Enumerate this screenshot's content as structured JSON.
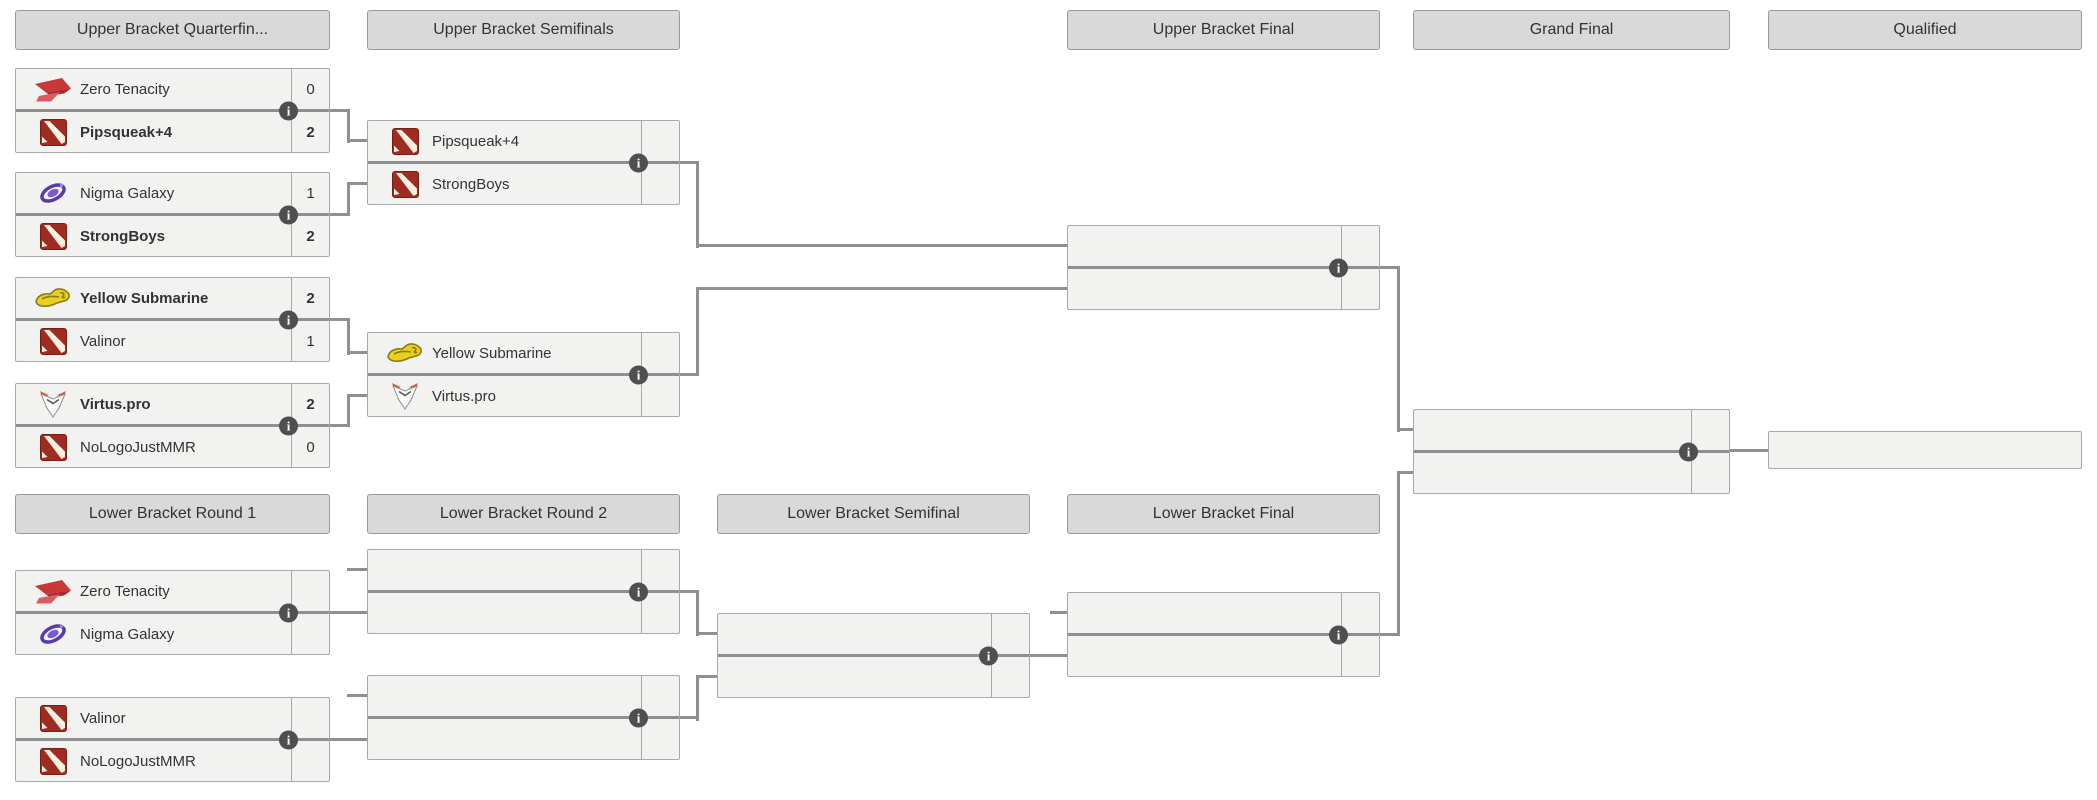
{
  "headers": {
    "upper": [
      {
        "label": "Upper Bracket Quarterfin..."
      },
      {
        "label": "Upper Bracket Semifinals"
      },
      {
        "label": "Upper Bracket Final"
      },
      {
        "label": "Grand Final"
      },
      {
        "label": "Qualified"
      }
    ],
    "lower": [
      {
        "label": "Lower Bracket Round 1"
      },
      {
        "label": "Lower Bracket Round 2"
      },
      {
        "label": "Lower Bracket Semifinal"
      },
      {
        "label": "Lower Bracket Final"
      }
    ]
  },
  "matches": {
    "ub_qf1": {
      "top": {
        "name": "Zero Tenacity",
        "score": "0",
        "logo": "zero-tenacity",
        "winner": false
      },
      "bottom": {
        "name": "Pipsqueak+4",
        "score": "2",
        "logo": "dota2",
        "winner": true
      }
    },
    "ub_qf2": {
      "top": {
        "name": "Nigma Galaxy",
        "score": "1",
        "logo": "nigma-galaxy",
        "winner": false
      },
      "bottom": {
        "name": "StrongBoys",
        "score": "2",
        "logo": "dota2",
        "winner": true
      }
    },
    "ub_qf3": {
      "top": {
        "name": "Yellow Submarine",
        "score": "2",
        "logo": "yellow-submarine",
        "winner": true
      },
      "bottom": {
        "name": "Valinor",
        "score": "1",
        "logo": "dota2",
        "winner": false
      }
    },
    "ub_qf4": {
      "top": {
        "name": "Virtus.pro",
        "score": "2",
        "logo": "virtus-pro",
        "winner": true
      },
      "bottom": {
        "name": "NoLogoJustMMR",
        "score": "0",
        "logo": "dota2",
        "winner": false
      }
    },
    "ub_sf1": {
      "top": {
        "name": "Pipsqueak+4",
        "score": "",
        "logo": "dota2",
        "winner": false
      },
      "bottom": {
        "name": "StrongBoys",
        "score": "",
        "logo": "dota2",
        "winner": false
      }
    },
    "ub_sf2": {
      "top": {
        "name": "Yellow Submarine",
        "score": "",
        "logo": "yellow-submarine",
        "winner": false
      },
      "bottom": {
        "name": "Virtus.pro",
        "score": "",
        "logo": "virtus-pro",
        "winner": false
      }
    },
    "ub_final": {
      "top": {
        "name": "",
        "score": "",
        "logo": null,
        "winner": false
      },
      "bottom": {
        "name": "",
        "score": "",
        "logo": null,
        "winner": false
      }
    },
    "grand_final": {
      "top": {
        "name": "",
        "score": "",
        "logo": null,
        "winner": false
      },
      "bottom": {
        "name": "",
        "score": "",
        "logo": null,
        "winner": false
      }
    },
    "qualified_slot": {
      "top": {
        "name": "",
        "score": "",
        "logo": null,
        "winner": false
      }
    },
    "lb_r1m1": {
      "top": {
        "name": "Zero Tenacity",
        "score": "",
        "logo": "zero-tenacity",
        "winner": false
      },
      "bottom": {
        "name": "Nigma Galaxy",
        "score": "",
        "logo": "nigma-galaxy",
        "winner": false
      }
    },
    "lb_r1m2": {
      "top": {
        "name": "Valinor",
        "score": "",
        "logo": "dota2",
        "winner": false
      },
      "bottom": {
        "name": "NoLogoJustMMR",
        "score": "",
        "logo": "dota2",
        "winner": false
      }
    },
    "lb_r2m1": {
      "top": {
        "name": "",
        "score": "",
        "logo": null,
        "winner": false
      },
      "bottom": {
        "name": "",
        "score": "",
        "logo": null,
        "winner": false
      }
    },
    "lb_r2m2": {
      "top": {
        "name": "",
        "score": "",
        "logo": null,
        "winner": false
      },
      "bottom": {
        "name": "",
        "score": "",
        "logo": null,
        "winner": false
      }
    },
    "lb_sf": {
      "top": {
        "name": "",
        "score": "",
        "logo": null,
        "winner": false
      },
      "bottom": {
        "name": "",
        "score": "",
        "logo": null,
        "winner": false
      }
    },
    "lb_final": {
      "top": {
        "name": "",
        "score": "",
        "logo": null,
        "winner": false
      },
      "bottom": {
        "name": "",
        "score": "",
        "logo": null,
        "winner": false
      }
    }
  },
  "icons": {
    "info": "i"
  },
  "colors": {
    "connector": "#8f8f8f",
    "box_bg": "#f2f2f1",
    "box_border": "#a8a8a8",
    "header_bg": "#d9d9d9",
    "dota_red": "#9e2c20",
    "info_bg": "#4f4f4f"
  }
}
